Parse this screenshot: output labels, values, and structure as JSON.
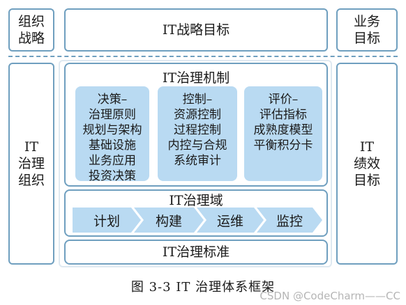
{
  "top_row": {
    "left_label": [
      "组织",
      "战略"
    ],
    "center_label": "IT战略目标",
    "right_label": [
      "业务",
      "目标"
    ]
  },
  "left_column": [
    "IT",
    "治理",
    "组织"
  ],
  "right_column": [
    "IT",
    "绩效",
    "目标"
  ],
  "mechanism": {
    "title": "IT治理机制",
    "boxes": [
      {
        "lines": [
          "决策–",
          "治理原则",
          "规划与架构",
          "基础设施",
          "业务应用",
          "投资决策"
        ]
      },
      {
        "lines": [
          "控制–",
          "资源控制",
          "过程控制",
          "内控与合规",
          "系统审计"
        ]
      },
      {
        "lines": [
          "评价–",
          "评估指标",
          "成熟度模型",
          "平衡积分卡"
        ]
      }
    ]
  },
  "domain": {
    "title": "IT治理域",
    "steps": [
      "计划",
      "构建",
      "运维",
      "监控"
    ]
  },
  "standard": {
    "title": "IT治理标准"
  },
  "caption": "图 3-3   IT 治理体系框架",
  "watermark": "CSDN @CodeCharm——CC",
  "colors": {
    "border": "#6f9fbf",
    "fill": "#b9daf2"
  }
}
